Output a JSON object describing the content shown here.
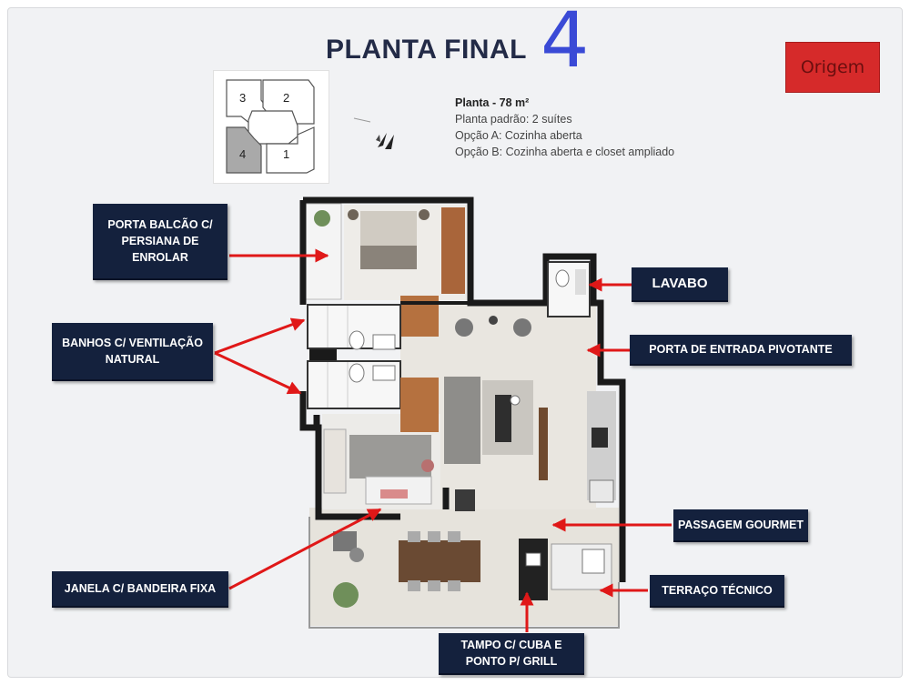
{
  "header": {
    "title": "PLANTA FINAL",
    "title_number": "4",
    "logo_text": "Origem"
  },
  "key_plan": {
    "units": [
      "3",
      "2",
      "4",
      "1"
    ],
    "highlight_unit": "4"
  },
  "info": {
    "heading": "Planta - 78 m²",
    "line1_prefix": "Planta padrão: ",
    "line1_value": "2 suítes",
    "line2": "Opção A: Cozinha aberta",
    "line3": "Opção B: Cozinha aberta e closet ampliado"
  },
  "labels": {
    "porta_balcao": "PORTA BALCÃO C/ PERSIANA DE ENROLAR",
    "banhos": "BANHOS C/ VENTILAÇÃO NATURAL",
    "lavabo": "LAVABO",
    "porta_entrada": "PORTA DE ENTRADA PIVOTANTE",
    "passagem_gourmet": "PASSAGEM GOURMET",
    "terraco_tecnico": "TERRAÇO TÉCNICO",
    "janela": "JANELA C/ BANDEIRA FIXA",
    "tampo": "TAMPO C/ CUBA E PONTO P/ GRILL"
  },
  "colors": {
    "label_bg": "#14213d",
    "arrow": "#e01818",
    "logo_bg": "#d62a2a",
    "title": "#232b47",
    "title_number": "#3a4ad6"
  }
}
